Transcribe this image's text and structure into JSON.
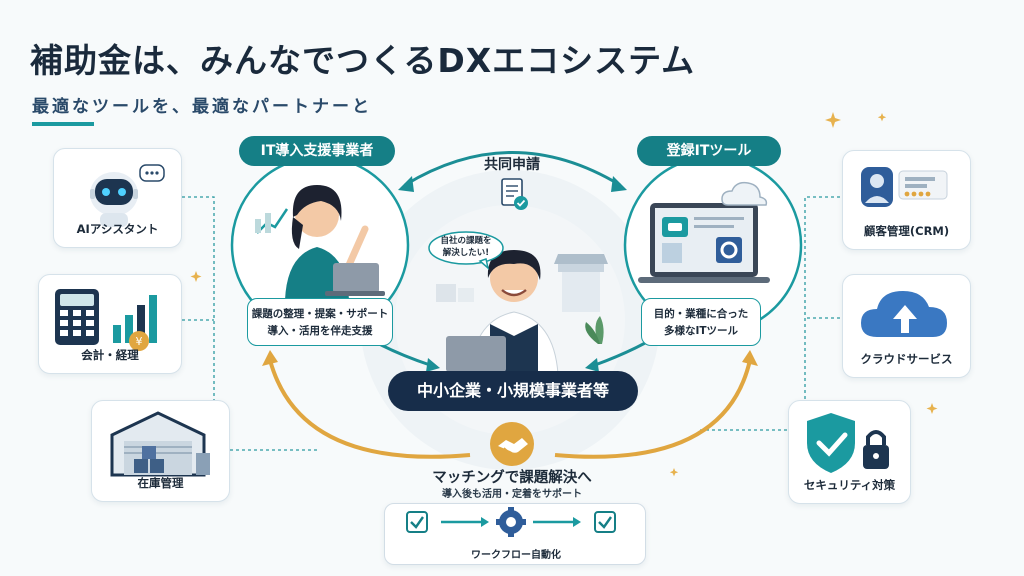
{
  "title": "補助金は、みんなでつくるDXエコシステム",
  "subtitle": "最適なツールを、最適なパートナーと",
  "left_cards": [
    {
      "label": "AIアシスタント",
      "icon": "robot-icon"
    },
    {
      "label": "会計・経理",
      "icon": "calculator-icon"
    },
    {
      "label": "在庫管理",
      "icon": "warehouse-icon"
    }
  ],
  "right_cards": [
    {
      "label": "顧客管理(CRM)",
      "icon": "customer-profile-icon"
    },
    {
      "label": "クラウドサービス",
      "icon": "cloud-upload-icon"
    },
    {
      "label": "セキュリティ対策",
      "icon": "shield-lock-icon"
    }
  ],
  "it_support": {
    "header": "IT導入支援事業者",
    "caption_line1": "課題の整理・提案・サポート",
    "caption_line2": "導入・活用を伴走支援"
  },
  "it_tool": {
    "header": "登録ITツール",
    "caption_line1": "目的・業種に合った",
    "caption_line2": "多様なITツール"
  },
  "joint_application": "共同申請",
  "speech_bubble_line1": "自社の課題を",
  "speech_bubble_line2": "解決したい!",
  "sme_banner": "中小企業・小規模事業者等",
  "matching_title": "マッチングで課題解決へ",
  "matching_subtitle": "導入後も活用・定着をサポート",
  "workflow_label": "ワークフロー自動化",
  "colors": {
    "teal": "#157f86",
    "navy": "#172d4a",
    "gold": "#e0a640",
    "title": "#1a2a3c"
  }
}
